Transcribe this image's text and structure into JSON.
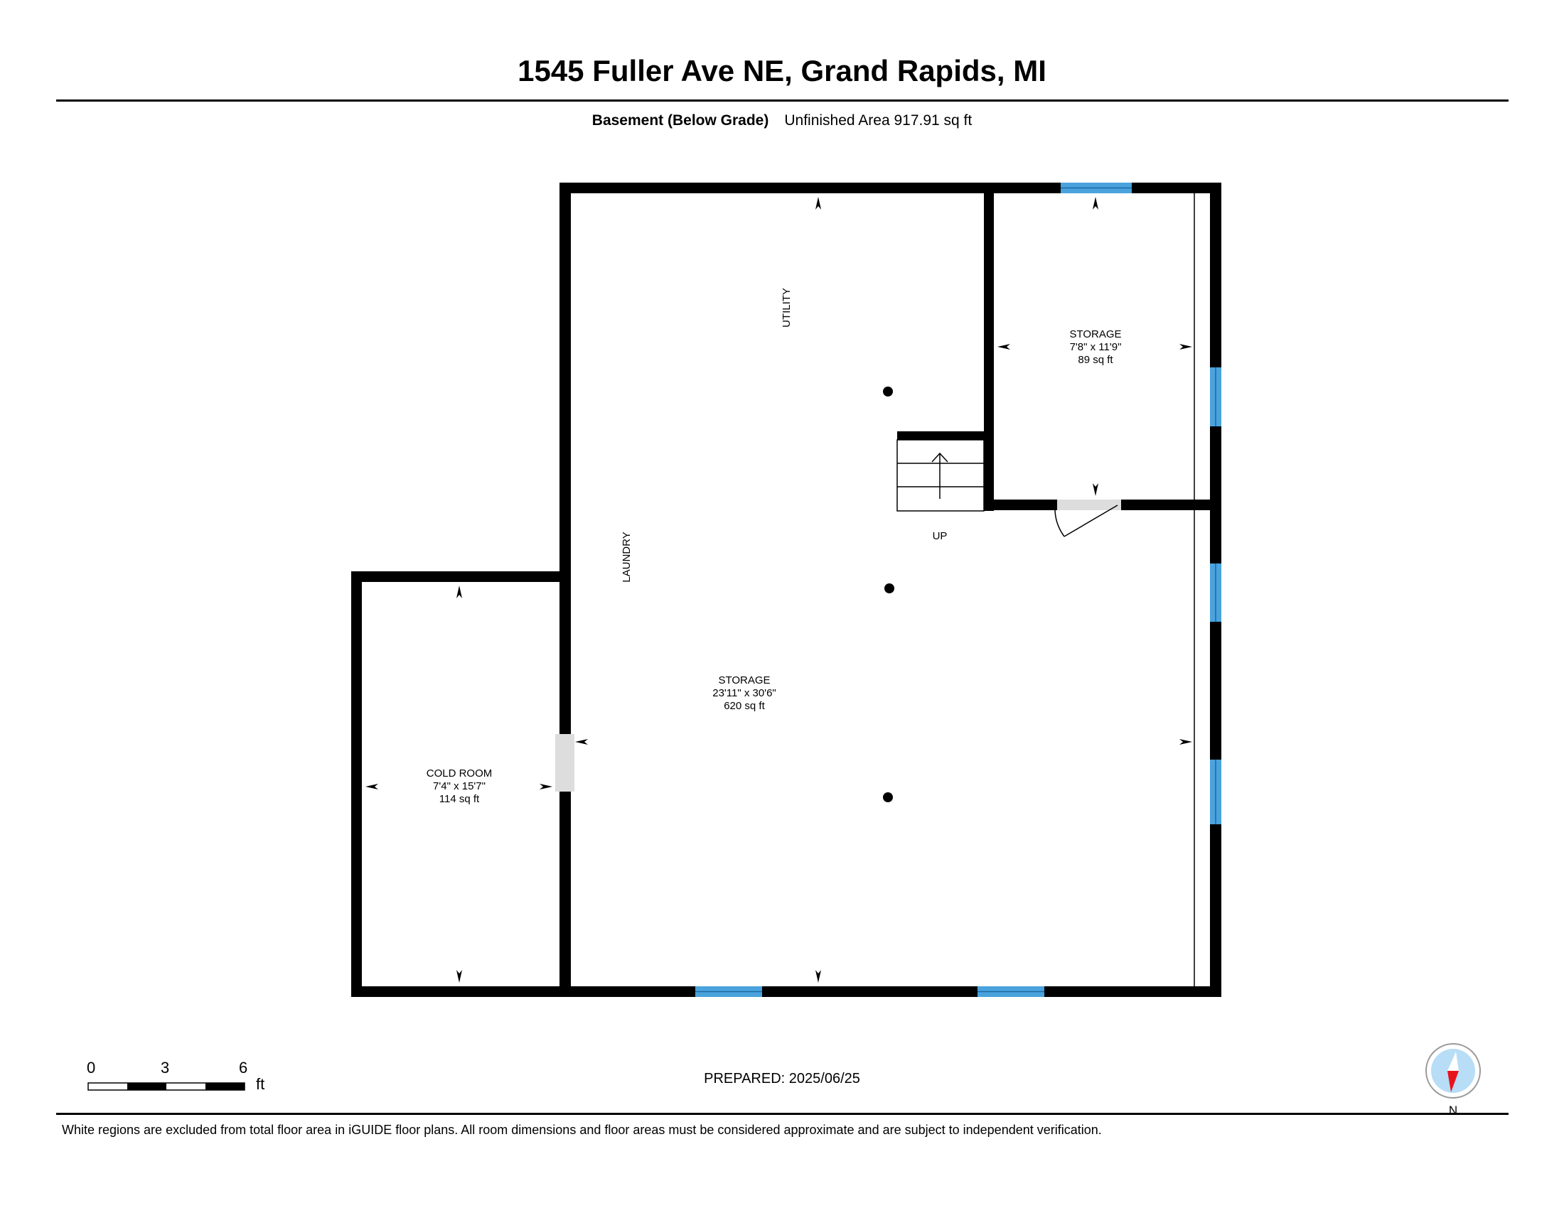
{
  "header": {
    "title": "1545 Fuller Ave NE, Grand Rapids, MI",
    "level": "Basement (Below Grade)",
    "area": "Unfinished Area 917.91 sq ft"
  },
  "rooms": {
    "storage_main": {
      "name": "STORAGE",
      "dims": "23'11\" x 30'6\"",
      "area": "620 sq ft"
    },
    "storage_small": {
      "name": "STORAGE",
      "dims": "7'8\" x 11'9\"",
      "area": "89 sq ft"
    },
    "cold_room": {
      "name": "COLD ROOM",
      "dims": "7'4\" x 15'7\"",
      "area": "114 sq ft"
    }
  },
  "labels": {
    "utility": "UTILITY",
    "laundry": "LAUNDRY",
    "stairs": "UP"
  },
  "scale": {
    "ticks": [
      "0",
      "3",
      "6"
    ],
    "unit": "ft"
  },
  "prepared": "PREPARED: 2025/06/25",
  "compass": {
    "label": "N",
    "ring_color": "#b7ddf7",
    "needle_color": "#e8141c"
  },
  "footer": "White regions are excluded from total floor area in iGUIDE floor plans. All room dimensions and floor areas must be considered approximate and are subject to independent verification.",
  "colors": {
    "wall": "#000000",
    "window": "#4aa3dc",
    "opening": "#dddddd"
  }
}
